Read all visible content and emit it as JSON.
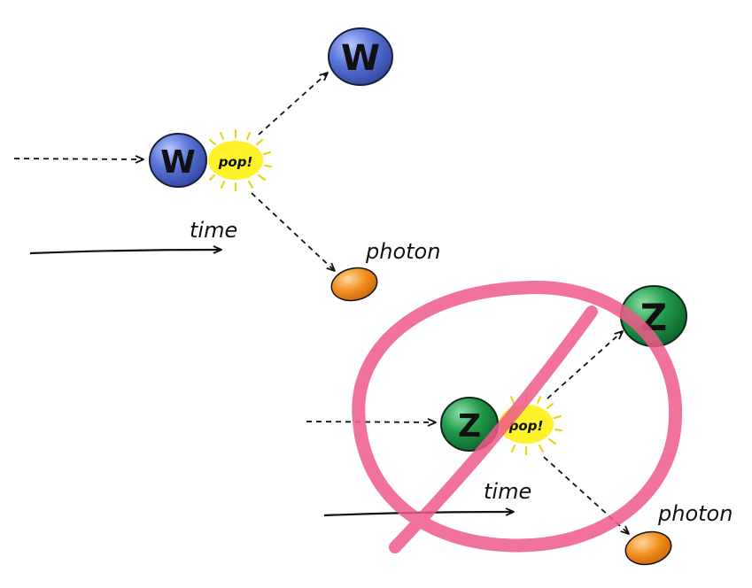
{
  "allowed_process": {
    "incoming_particle": {
      "letter": "W",
      "color": "#4a66cc"
    },
    "outgoing_particle": {
      "letter": "W",
      "color": "#4a66cc"
    },
    "burst_label": "pop!",
    "photon_label": "photon",
    "photon_color": "#f08c1a",
    "time_label": "time"
  },
  "forbidden_process": {
    "incoming_particle": {
      "letter": "Z",
      "color": "#1f9a4a"
    },
    "outgoing_particle": {
      "letter": "Z",
      "color": "#1f9a4a"
    },
    "burst_label": "pop!",
    "photon_label": "photon",
    "photon_color": "#f08c1a",
    "time_label": "time",
    "prohibition_color": "#ef5b8a"
  },
  "colors": {
    "burst_fill": "#fff22a",
    "arrow": "#111111"
  }
}
